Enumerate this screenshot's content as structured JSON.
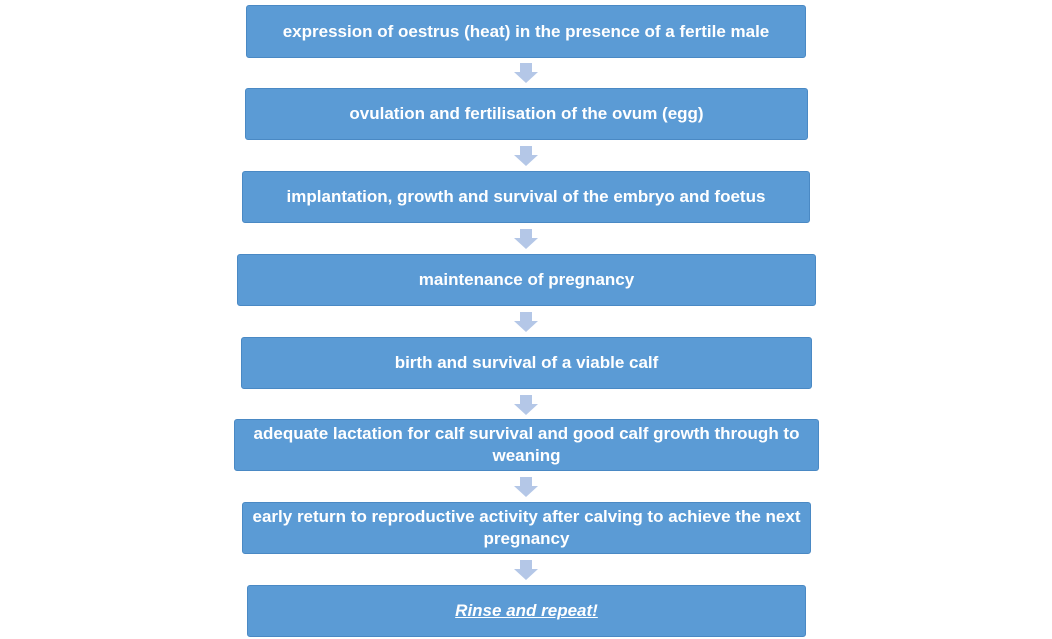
{
  "flow": {
    "steps": [
      "expression of oestrus (heat) in the presence of a fertile male",
      "ovulation and fertilisation of the ovum (egg)",
      "implantation, growth and survival of the embryo and foetus",
      "maintenance of pregnancy",
      "birth and survival of a viable calf",
      "adequate lactation for calf survival and good calf growth through to weaning",
      "early return to reproductive activity after calving to achieve the next pregnancy",
      "Rinse and repeat!"
    ],
    "colors": {
      "box": "#5b9bd5",
      "arrow": "#b4c7e7",
      "text": "#ffffff"
    }
  }
}
